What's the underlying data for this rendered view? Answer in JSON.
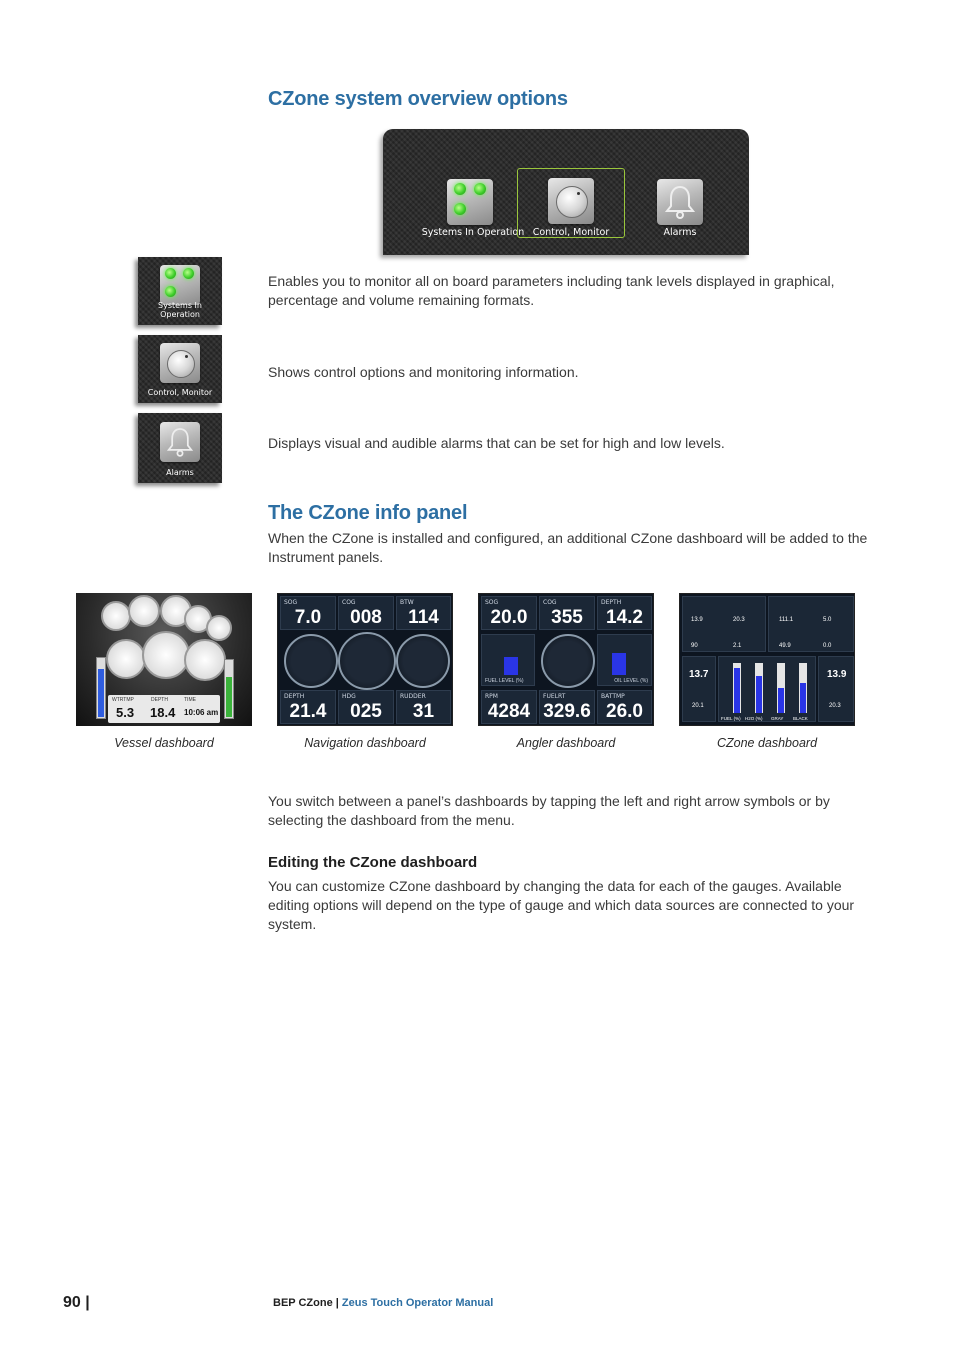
{
  "section1": {
    "title": "CZone system overview options",
    "overview_labels": [
      "Systems In Operation",
      "Control, Monitor",
      "Alarms"
    ],
    "items": [
      {
        "label": "Systems In Operation",
        "desc": "Enables you to monitor all on board parameters including tank levels displayed in graphical, percentage and volume remaining formats."
      },
      {
        "label": "Control, Monitor",
        "desc": "Shows control options and monitoring information."
      },
      {
        "label": "Alarms",
        "desc": "Displays visual and audible alarms that can be set for high and low levels."
      }
    ]
  },
  "section2": {
    "title": "The CZone info panel",
    "intro": "When the CZone is installed and configured, an additional CZone dashboard will be added to the Instrument panels.",
    "dashboards": [
      "Vessel dashboard",
      "Navigation dashboard",
      "Angler dashboard",
      "CZone dashboard"
    ],
    "switch_text": "You switch between a panel’s dashboards by tapping the left and right arrow symbols or by selecting the dashboard from the menu."
  },
  "vessel": {
    "wtrtmp": "WTRTMP",
    "depth": "DEPTH",
    "time": "TIME",
    "v1": "5.3",
    "v2": "18.4",
    "v3": "10:06 am"
  },
  "nav": {
    "top": [
      {
        "l": "SOG",
        "v": "7.0"
      },
      {
        "l": "COG",
        "v": "008"
      },
      {
        "l": "BTW",
        "v": "114"
      }
    ],
    "bottom": [
      {
        "l": "DEPTH",
        "v": "21.4"
      },
      {
        "l": "HDG",
        "v": "025"
      },
      {
        "l": "RUDDER",
        "v": "31"
      }
    ]
  },
  "angler": {
    "top": [
      {
        "l": "SOG",
        "v": "20.0"
      },
      {
        "l": "COG",
        "v": "355"
      },
      {
        "l": "DEPTH",
        "v": "14.2"
      }
    ],
    "bottom": [
      {
        "l": "RPM",
        "v": "4284"
      },
      {
        "l": "FUELRT",
        "v": "329.6"
      },
      {
        "l": "BATTMP",
        "v": "26.0"
      }
    ],
    "fuel_label": "FUEL LEVEL (%)",
    "oil_label": "OIL LEVEL (%)",
    "fuel_level": 0.55,
    "oil_level": 0.7
  },
  "czone": {
    "batt_left": "13.7",
    "amps_left": "20.1",
    "batt_right": "13.9",
    "amps_right": "20.3",
    "grid": [
      "13.9",
      "20.3",
      "111.1",
      "5.0",
      "90",
      "2.1",
      "49.9",
      "0.0"
    ],
    "tanks": [
      {
        "name": "FUEL (%)",
        "value": "90",
        "level": 0.9
      },
      {
        "name": "H2O (%)",
        "value": "75",
        "level": 0.75
      },
      {
        "name": "GRAY",
        "value": "50",
        "level": 0.5
      },
      {
        "name": "BLACK",
        "value": "61",
        "level": 0.61
      }
    ]
  },
  "editing": {
    "title": "Editing the CZone dashboard",
    "body": "You can customize CZone dashboard by changing the data for each of the gauges. Available editing options will depend on the type of gauge and which data sources are connected to your system."
  },
  "footer": {
    "page": "90 |",
    "product": "BEP CZone",
    "sep": " | ",
    "manual": "Zeus Touch Operator Manual"
  }
}
